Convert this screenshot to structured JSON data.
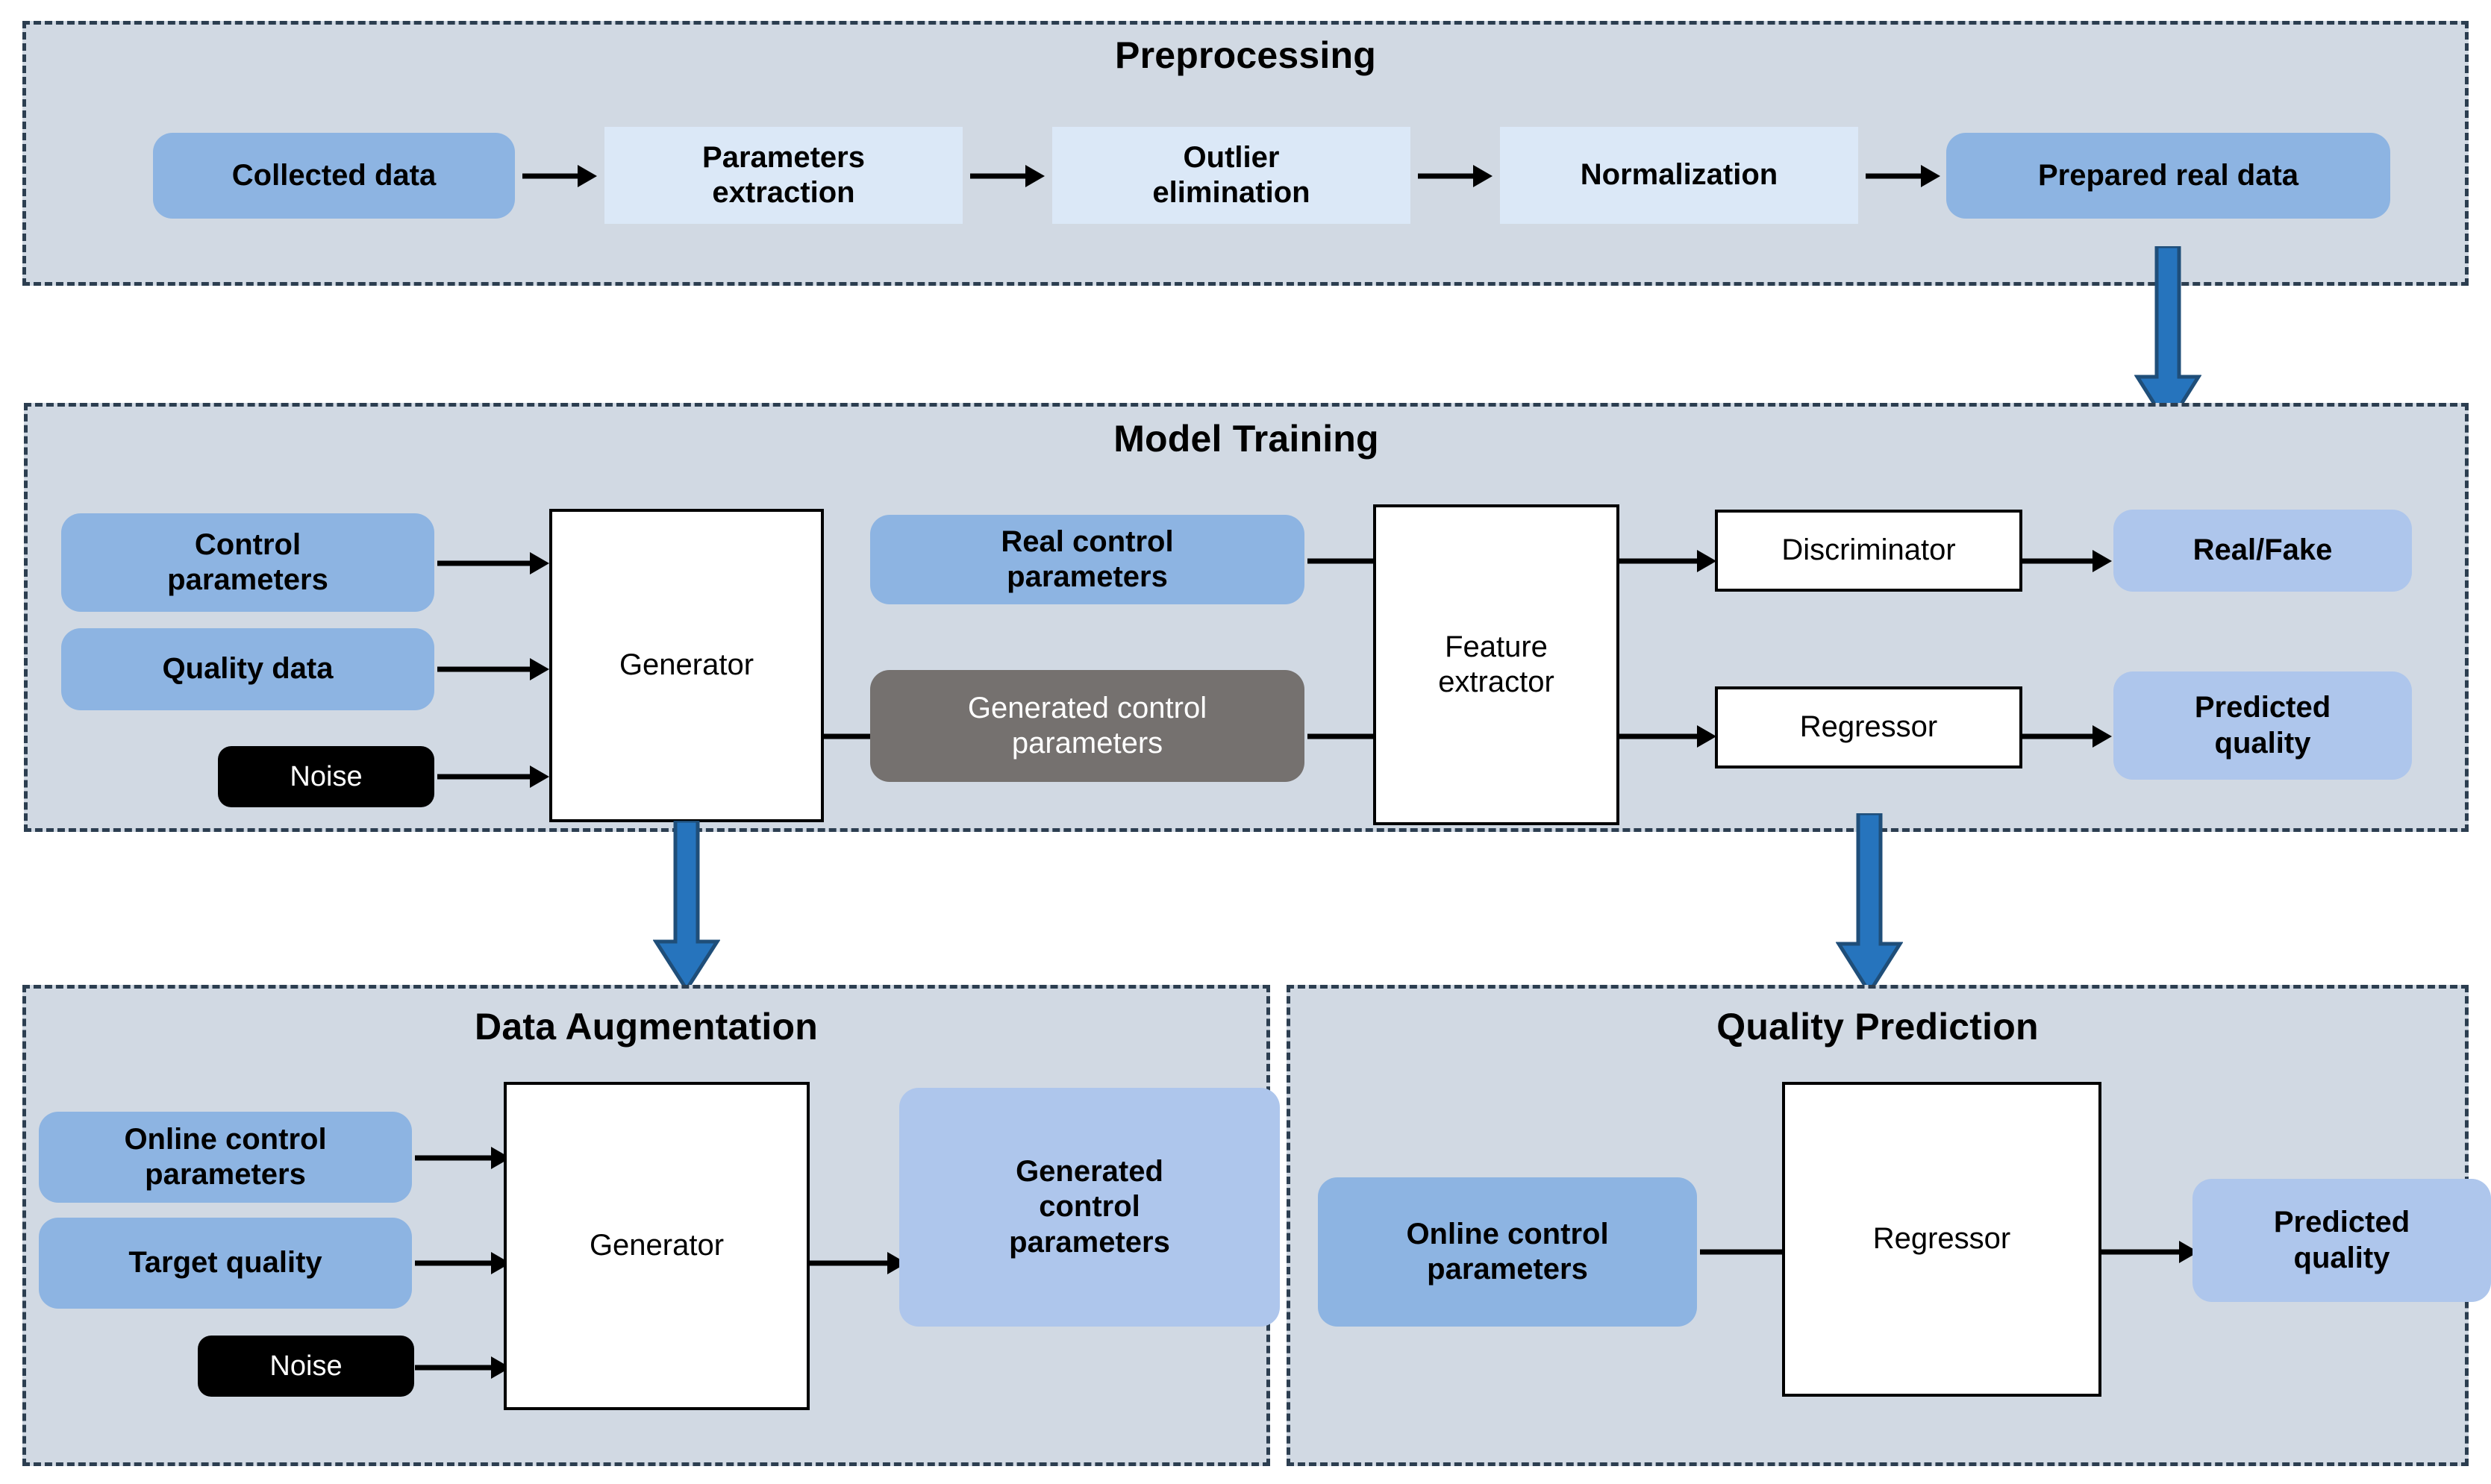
{
  "colors": {
    "panel_background": "#D1D9E3",
    "panel_border": "#2C3E50",
    "node_blue": "#8DB4E2",
    "node_blue_light": "#AEC6EC",
    "node_pale_blue": "#DBE8F7",
    "node_gray": "#75716F",
    "node_black": "#000000",
    "node_white": "#FFFFFF",
    "connector_black": "#000000",
    "block_arrow_fill": "#2674BD",
    "block_arrow_stroke": "#1F4E79"
  },
  "sections": {
    "preprocessing": {
      "title": "Preprocessing",
      "nodes": [
        {
          "label": "Collected data",
          "style": "blue"
        },
        {
          "label": "Parameters\nextraction",
          "style": "pale"
        },
        {
          "label": "Outlier\nelimination",
          "style": "pale"
        },
        {
          "label": "Normalization",
          "style": "pale"
        },
        {
          "label": "Prepared real data",
          "style": "blue"
        }
      ]
    },
    "model_training": {
      "title": "Model Training",
      "nodes": [
        {
          "label": "Control\nparameters",
          "style": "blue"
        },
        {
          "label": "Quality data",
          "style": "blue"
        },
        {
          "label": "Noise",
          "style": "black"
        },
        {
          "label": "Generator",
          "style": "white"
        },
        {
          "label": "Real control\nparameters",
          "style": "blue"
        },
        {
          "label": "Generated control\nparameters",
          "style": "gray"
        },
        {
          "label": "Feature\nextractor",
          "style": "white"
        },
        {
          "label": "Discriminator",
          "style": "white"
        },
        {
          "label": "Regressor",
          "style": "white"
        },
        {
          "label": "Real/Fake",
          "style": "blue-light"
        },
        {
          "label": "Predicted\nquality",
          "style": "blue-light"
        }
      ]
    },
    "data_augmentation": {
      "title": "Data Augmentation",
      "nodes": [
        {
          "label": "Online control\nparameters",
          "style": "blue"
        },
        {
          "label": "Target quality",
          "style": "blue"
        },
        {
          "label": "Noise",
          "style": "black"
        },
        {
          "label": "Generator",
          "style": "white"
        },
        {
          "label": "Generated\ncontrol\nparameters",
          "style": "blue-light"
        }
      ]
    },
    "quality_prediction": {
      "title": "Quality Prediction",
      "nodes": [
        {
          "label": "Online control\nparameters",
          "style": "blue"
        },
        {
          "label": "Regressor",
          "style": "white"
        },
        {
          "label": "Predicted\nquality",
          "style": "blue-light"
        }
      ]
    }
  },
  "flow_arrows": {
    "block_arrows": [
      {
        "from": "Prepared real data",
        "to": "Model Training"
      },
      {
        "from": "Generator",
        "to": "Data Augmentation"
      },
      {
        "from": "Regressor",
        "to": "Quality Prediction"
      }
    ]
  }
}
